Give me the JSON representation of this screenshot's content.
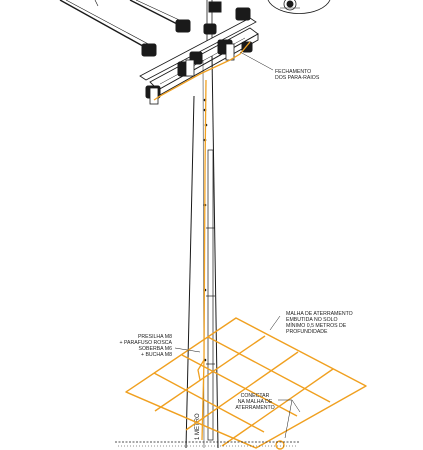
{
  "labels": {
    "fechamento": [
      "FECHAMENTO",
      "DOS PARA-RAIOS"
    ],
    "malha": [
      "MALHA DE ATERRAMENTO",
      "EMBUTIDA NO SOLO",
      "MÍNIMO 0,5 METROS DE",
      "PROFUNDIDADE"
    ],
    "presilha": [
      "PRESILHA M8",
      "+ PARAFUSO ROSCA",
      "SOBERBA M6",
      "+ BUCHA M8"
    ],
    "conectar": [
      "CONECTAR",
      "NA MALHA DE",
      "ATERRAMENTO"
    ],
    "pole_mark": "1 METRO"
  },
  "colors": {
    "ground_cable": "#f0a020",
    "line_art": "#1a1a1a",
    "background": "#ffffff"
  }
}
